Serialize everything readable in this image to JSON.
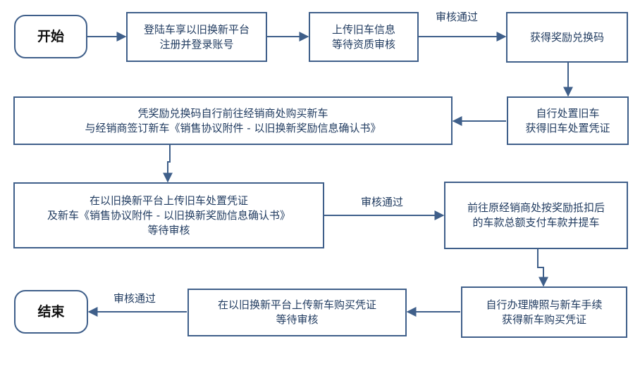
{
  "nodes": {
    "start": "开始",
    "register": {
      "line1": "登陆车享以旧换新平台",
      "line2": "注册并登录账号"
    },
    "upload_old": {
      "line1": "上传旧车信息",
      "line2": "等待资质审核"
    },
    "get_code": "获得奖励兑换码",
    "dispose_old": {
      "line1": "自行处置旧车",
      "line2": "获得旧车处置凭证"
    },
    "buy_new": {
      "line1": "凭奖励兑换码自行前往经销商处购买新车",
      "line2": "与经销商签订新车《销售协议附件 - 以旧换新奖励信息确认书》"
    },
    "upload_proof": {
      "line1": "在以旧换新平台上传旧车处置凭证",
      "line2": "及新车《销售协议附件 - 以旧换新奖励信息确认书》",
      "line3": "等待审核"
    },
    "pay_pickup": {
      "line1": "前往原经销商处按奖励抵扣后",
      "line2": "的车款总额支付车款并提车"
    },
    "license": {
      "line1": "自行办理牌照与新车手续",
      "line2": "获得新车购买凭证"
    },
    "upload_purchase": {
      "line1": "在以旧换新平台上传新车购买凭证",
      "line2": "等待审核"
    },
    "end": "结束"
  },
  "edge_labels": {
    "approved_1": "审核通过",
    "approved_2": "审核通过",
    "approved_3": "审核通过"
  }
}
